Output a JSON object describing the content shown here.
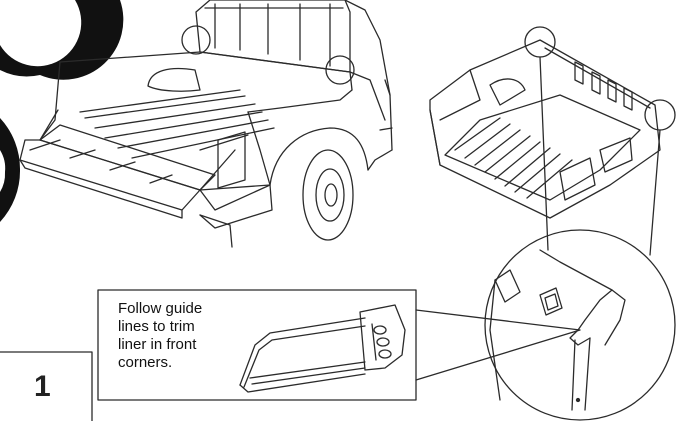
{
  "instruction": {
    "lines": [
      "Follow guide",
      "lines to trim",
      "liner in front",
      "corners."
    ]
  },
  "step": {
    "number": "1"
  },
  "colors": {
    "line": "#2b2b2b",
    "circle_fill": "#111111",
    "paper": "#ffffff"
  }
}
